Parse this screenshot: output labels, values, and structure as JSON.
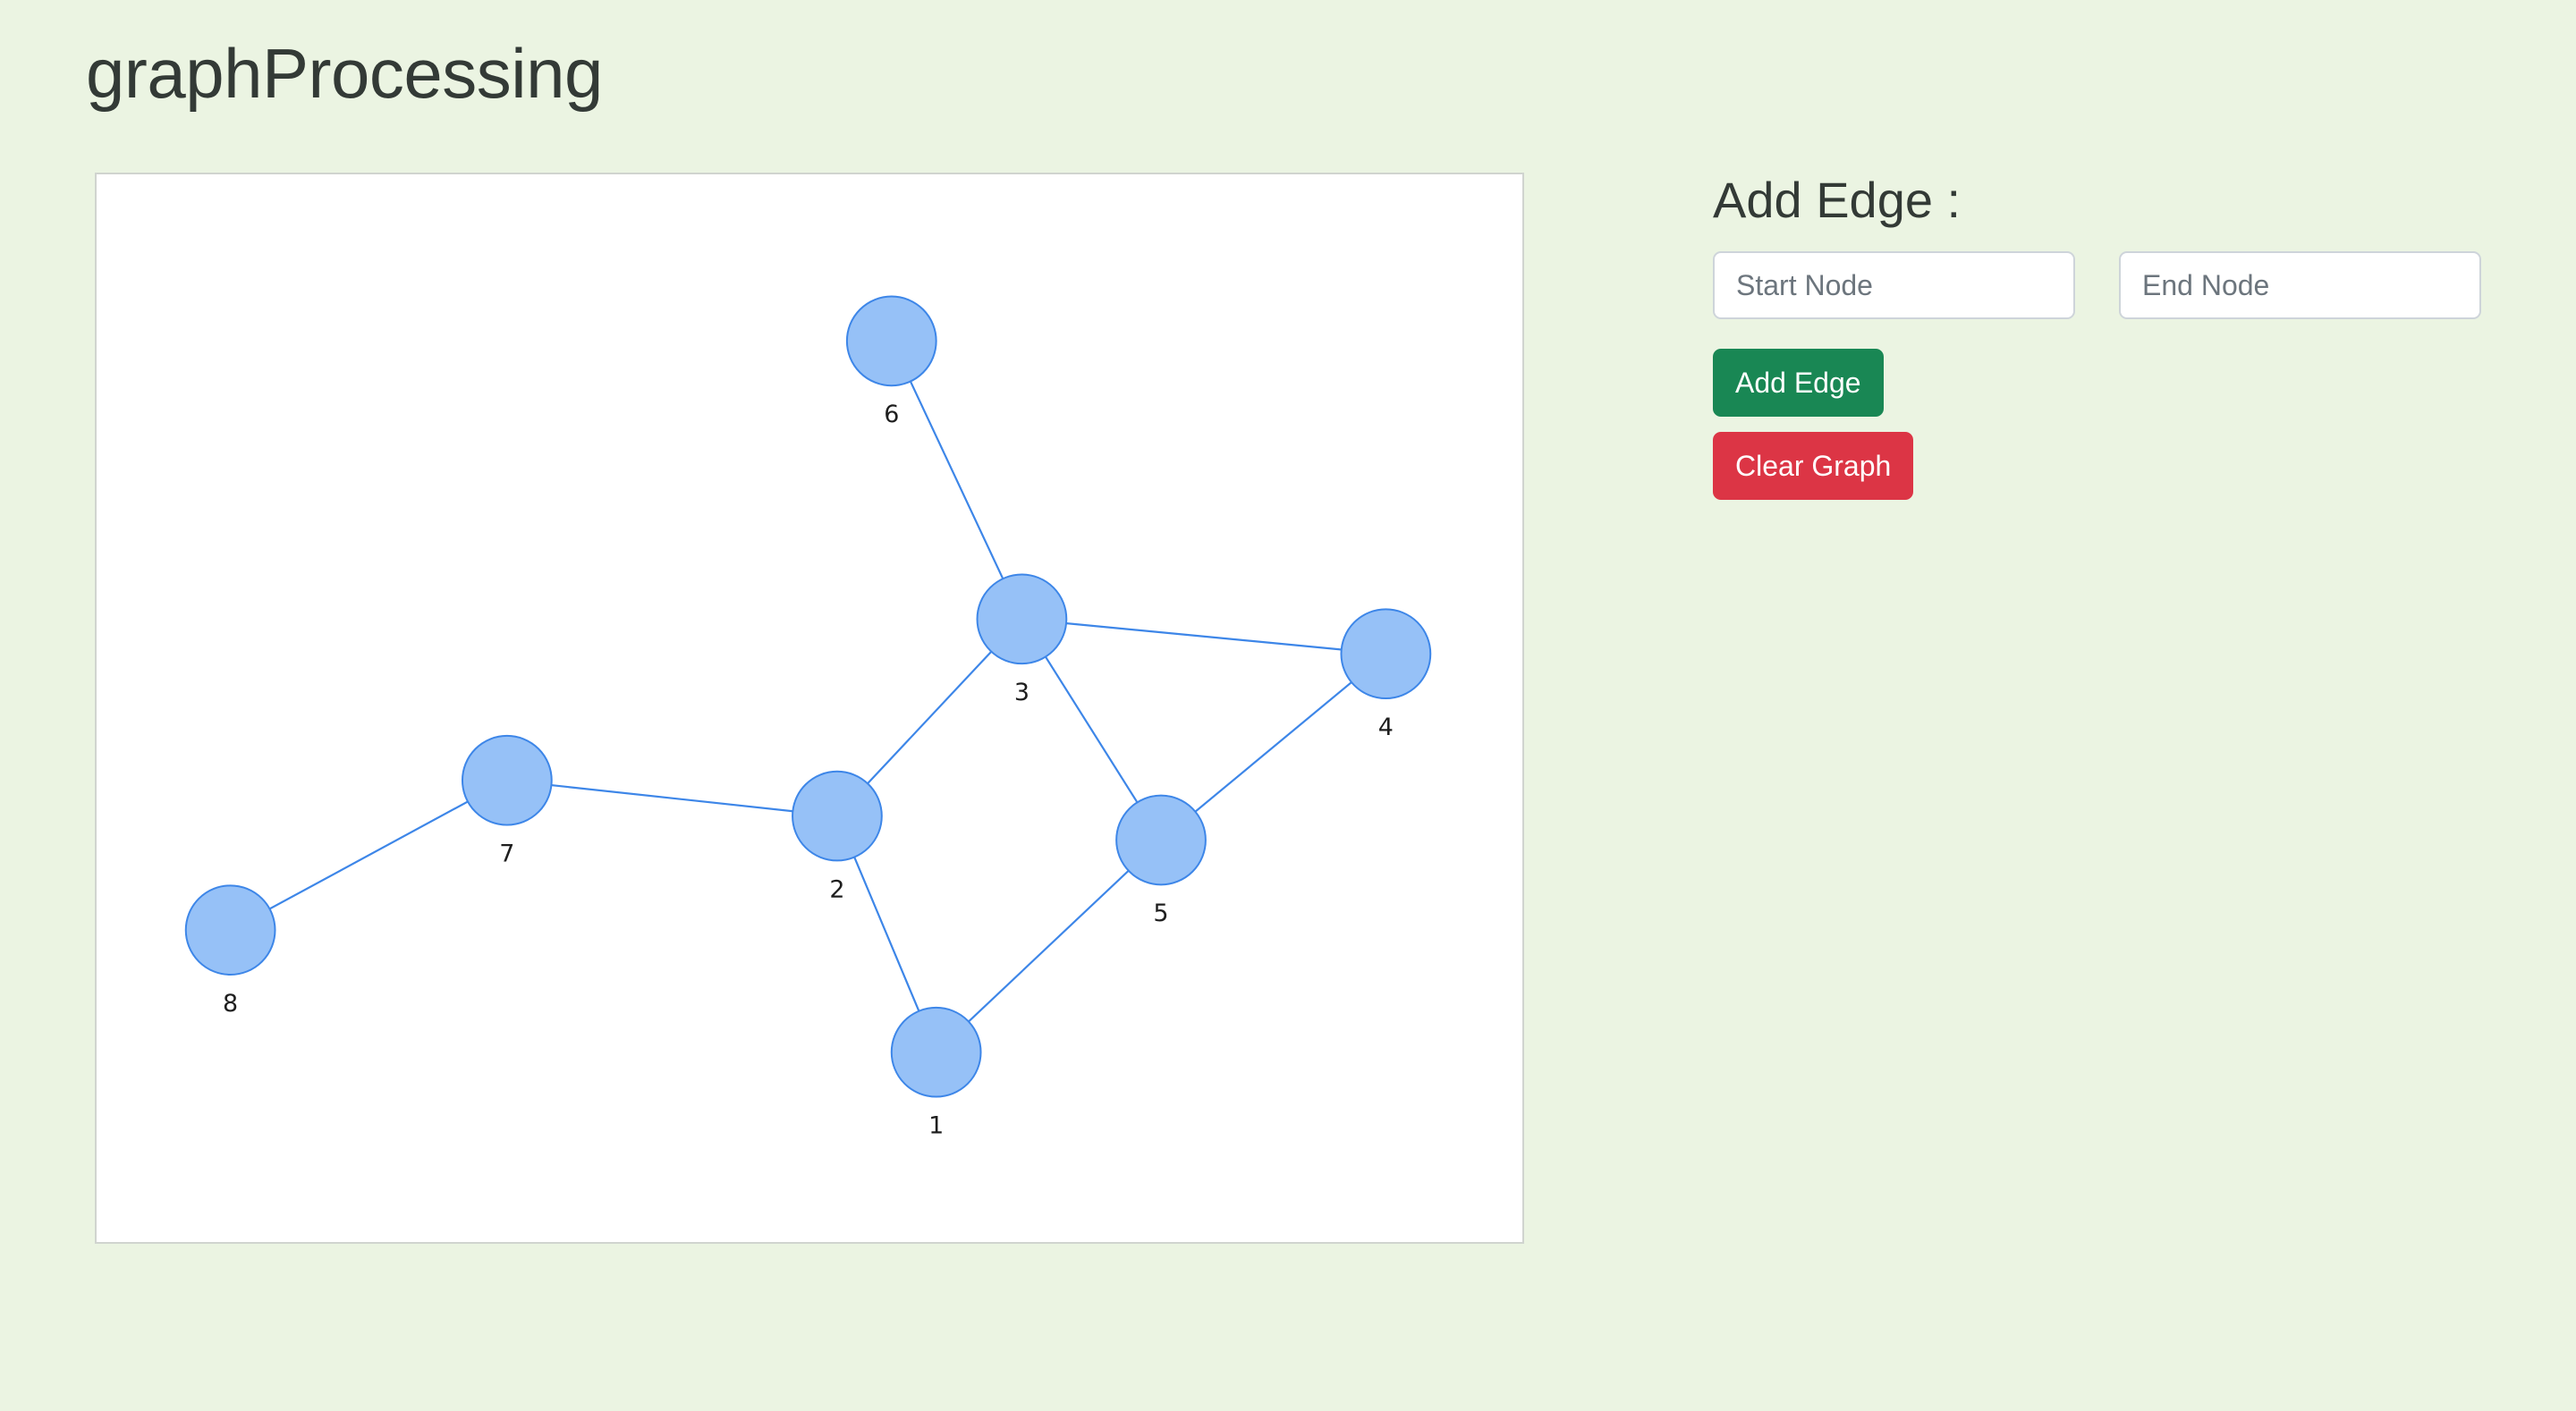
{
  "app": {
    "title": "graphProcessing"
  },
  "graph": {
    "nodes": [
      {
        "id": "1",
        "label": "1"
      },
      {
        "id": "2",
        "label": "2"
      },
      {
        "id": "3",
        "label": "3"
      },
      {
        "id": "4",
        "label": "4"
      },
      {
        "id": "5",
        "label": "5"
      },
      {
        "id": "6",
        "label": "6"
      },
      {
        "id": "7",
        "label": "7"
      },
      {
        "id": "8",
        "label": "8"
      }
    ],
    "edges": [
      {
        "source": "6",
        "target": "3"
      },
      {
        "source": "3",
        "target": "4"
      },
      {
        "source": "3",
        "target": "2"
      },
      {
        "source": "3",
        "target": "5"
      },
      {
        "source": "4",
        "target": "5"
      },
      {
        "source": "7",
        "target": "2"
      },
      {
        "source": "8",
        "target": "7"
      },
      {
        "source": "2",
        "target": "1"
      },
      {
        "source": "5",
        "target": "1"
      }
    ],
    "node_fill": "#96c1f7",
    "node_stroke": "#3d86e8",
    "edge_color": "#3d86e8"
  },
  "add_edge": {
    "heading": "Add Edge :",
    "start_placeholder": "Start Node",
    "end_placeholder": "End Node",
    "start_value": "",
    "end_value": "",
    "add_button_label": "Add Edge",
    "clear_button_label": "Clear Graph"
  },
  "colors": {
    "background": "#ebf4e2",
    "success": "#198754",
    "danger": "#dc3545"
  }
}
